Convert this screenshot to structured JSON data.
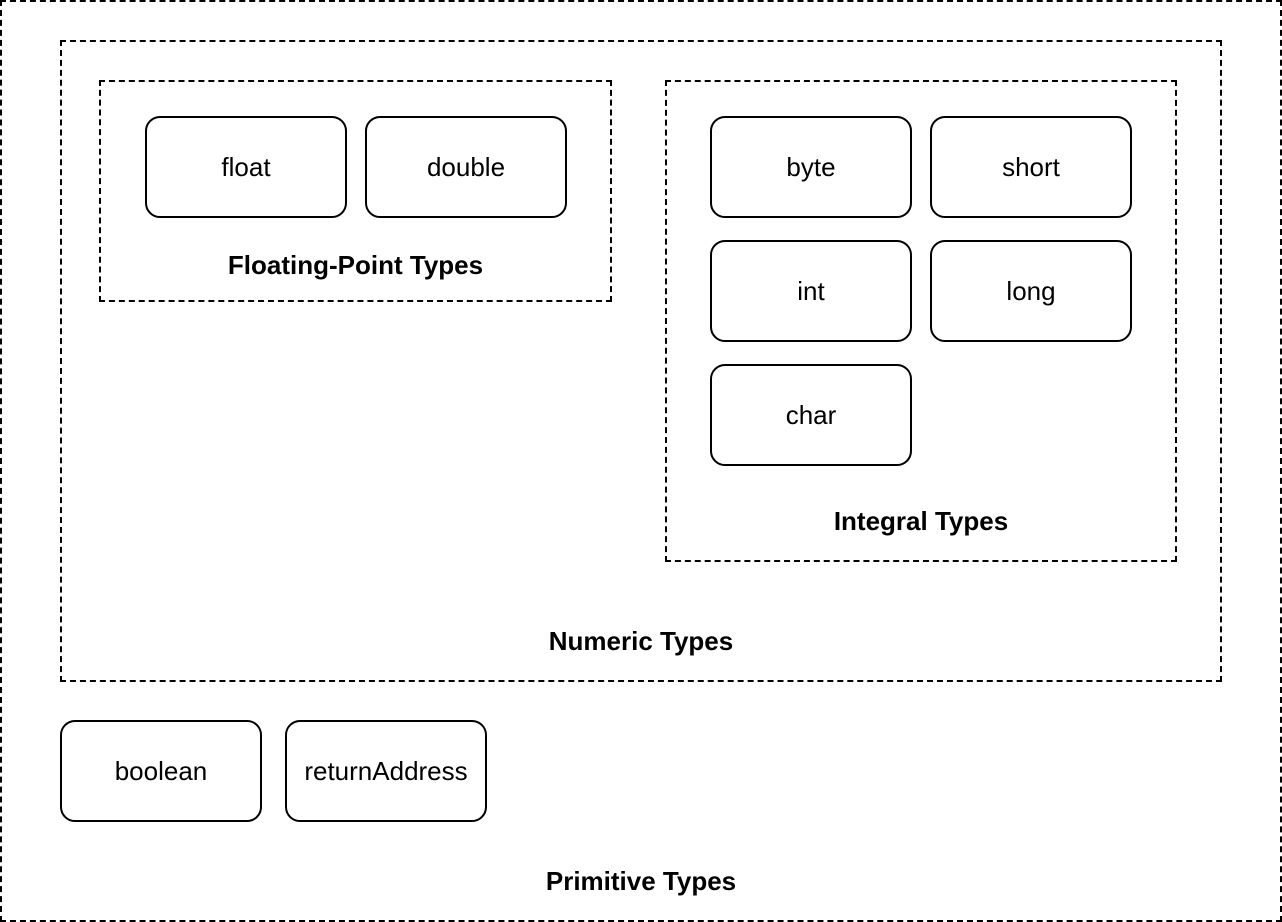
{
  "groups": {
    "primitive": {
      "label": "Primitive Types"
    },
    "numeric": {
      "label": "Numeric Types"
    },
    "floating_point": {
      "label": "Floating-Point Types"
    },
    "integral": {
      "label": "Integral Types"
    }
  },
  "types": {
    "float": "float",
    "double": "double",
    "byte": "byte",
    "short": "short",
    "int": "int",
    "long": "long",
    "char": "char",
    "boolean": "boolean",
    "return_address": "returnAddress"
  }
}
